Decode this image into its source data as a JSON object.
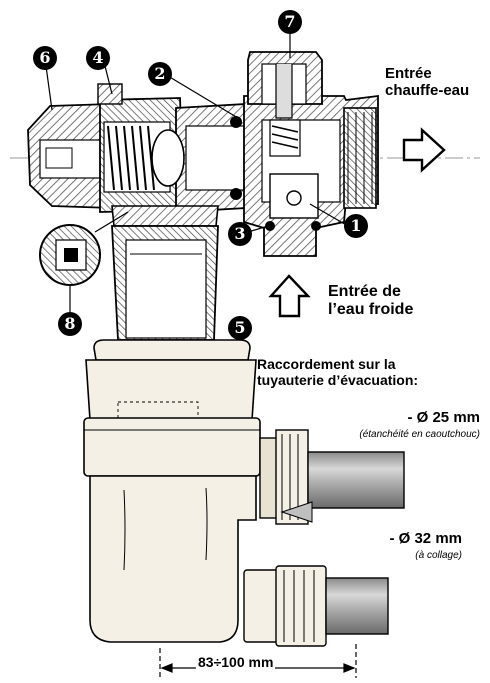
{
  "labels": {
    "heater_inlet_line1": "Entrée",
    "heater_inlet_line2": "chauffe-eau",
    "cold_water_line1": "Entrée de",
    "cold_water_line2": "l’eau froide",
    "connection_line1": "Raccordement sur la",
    "connection_line2": "tuyauterie d’évacuation:",
    "pipe_25": "- Ø 25 mm",
    "pipe_25_note": "(étanchéité en caoutchouc)",
    "pipe_32": "- Ø 32 mm",
    "pipe_32_note": "(à collage)",
    "dimension": "83÷100 mm"
  },
  "callouts": [
    "1",
    "2",
    "3",
    "4",
    "5",
    "6",
    "7",
    "8"
  ],
  "colors": {
    "ink": "#000000",
    "background": "#ffffff",
    "siphon_fill": "#f4f0e6",
    "pipe_fill": "#b4b4b4",
    "hatch": "#555555"
  }
}
